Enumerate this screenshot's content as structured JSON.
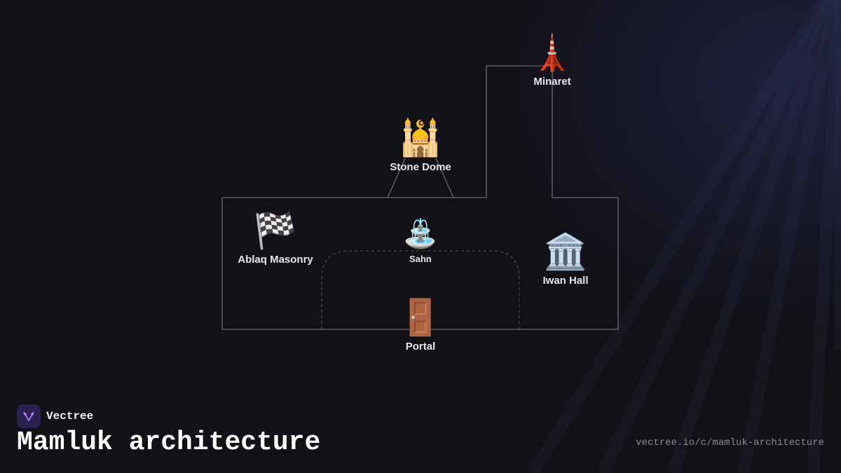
{
  "brand": {
    "name": "Vectree",
    "logo_icon": "vectree-logo-icon",
    "logo_bg": "#2a2150",
    "logo_accent": "#a56cf0"
  },
  "page": {
    "title": "Mamluk architecture",
    "url": "vectree.io/c/mamluk-architecture"
  },
  "colors": {
    "background": "#111116",
    "glow": "#282c5a",
    "line": "#5a5a62",
    "label": "#e8e8ec"
  },
  "diagram": {
    "nodes": [
      {
        "id": "minaret",
        "label": "Minaret",
        "icon": "tower-icon",
        "glyph": "🗼"
      },
      {
        "id": "stone_dome",
        "label": "Stone Dome",
        "icon": "mosque-icon",
        "glyph": "🕌"
      },
      {
        "id": "ablaq",
        "label": "Ablaq Masonry",
        "icon": "checkered-flag-icon",
        "glyph": "🏁"
      },
      {
        "id": "sahn",
        "label": "Sahn",
        "icon": "fountain-icon",
        "glyph": "⛲"
      },
      {
        "id": "iwan",
        "label": "Iwan Hall",
        "icon": "classical-building-icon",
        "glyph": "🏛️"
      },
      {
        "id": "portal",
        "label": "Portal",
        "icon": "door-icon",
        "glyph": "🚪"
      }
    ]
  }
}
